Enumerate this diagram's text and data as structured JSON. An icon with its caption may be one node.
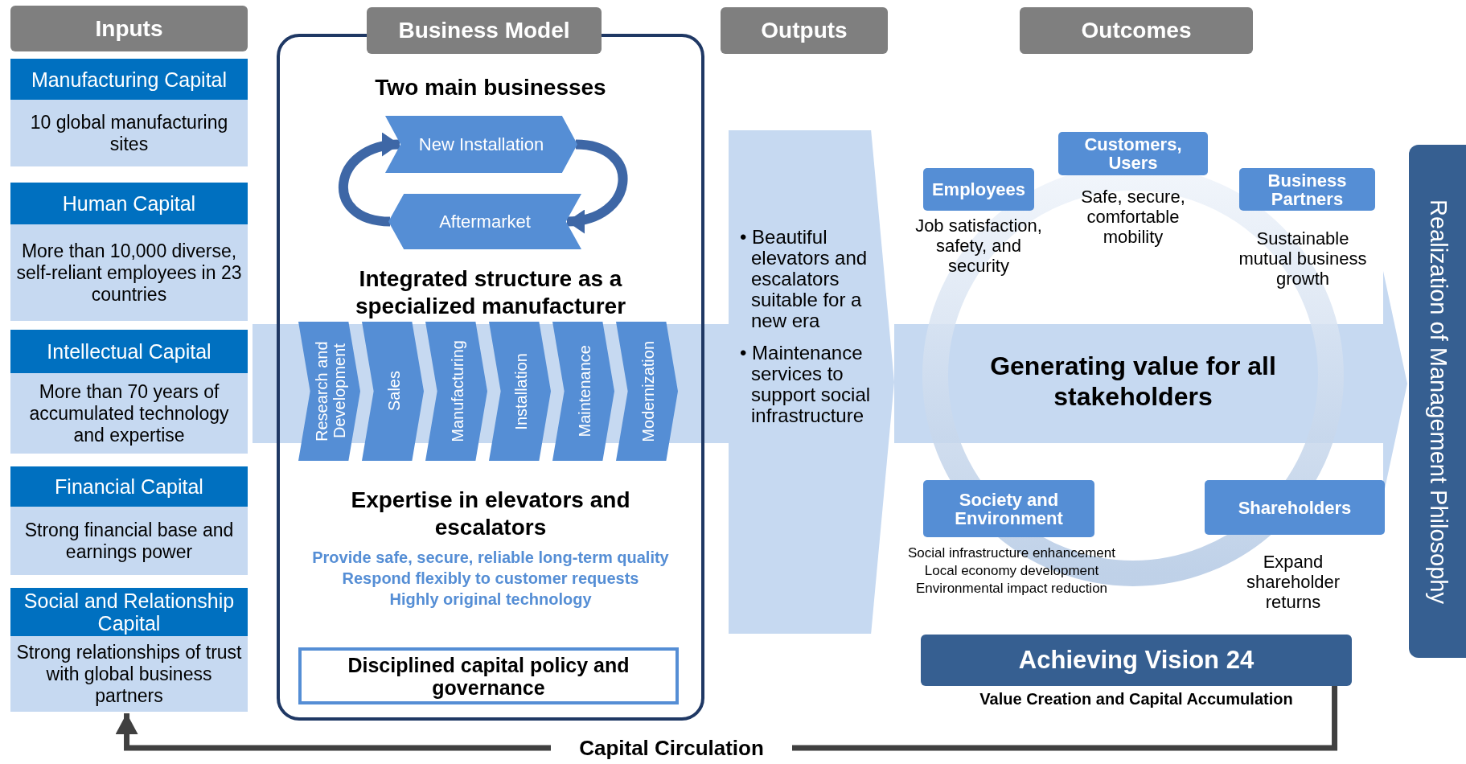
{
  "diagram": {
    "nodes": [
      {
        "text": [
          "Inputs"
        ]
      },
      {
        "text": [
          "Manufacturing Capital",
          "10 global manufacturing sites"
        ]
      },
      {
        "text": [
          "Human Capital",
          "More than 10,000 diverse, self-reliant employees in 23 countries"
        ]
      },
      {
        "text": [
          "Intellectual Capital",
          "More than 70 years of accumulated technology and expertise"
        ]
      },
      {
        "text": [
          "Financial Capital",
          "Strong financial base and earnings power"
        ]
      },
      {
        "text": [
          "Social and Relationship Capital",
          "Strong relationships of trust with global business partners"
        ]
      },
      {
        "text": [
          "Business Model"
        ]
      },
      {
        "text": [],
        "shape": "box"
      },
      {
        "text": [
          "New Installation"
        ],
        "in": 7
      },
      {
        "text": [
          "Aftermarket"
        ],
        "in": 7
      },
      {
        "text": [
          "Research and Development"
        ],
        "in": 7
      },
      {
        "text": [
          "Sales"
        ],
        "in": 7
      },
      {
        "text": [
          "Manufacturing"
        ],
        "in": 7
      },
      {
        "text": [
          "Installation"
        ],
        "in": 7
      },
      {
        "text": [
          "Maintenance"
        ],
        "in": 7
      },
      {
        "text": [
          "Modernization"
        ],
        "in": 7
      },
      {
        "text": [
          "Disciplined capital policy and governance"
        ],
        "in": 7
      },
      {
        "text": [
          "Outputs"
        ]
      },
      {
        "text": [
          "• Beautiful elevators and escalators suitable for a new era",
          "• Maintenance services to support social infrastructure"
        ]
      },
      {
        "text": [
          "Outcomes"
        ]
      },
      {
        "text": [
          "Employees"
        ],
        "beside": [
          "Job satisfaction, safety, and security"
        ]
      },
      {
        "text": [
          "Customers, Users"
        ],
        "beside": [
          "Safe, secure, comfortable mobility"
        ]
      },
      {
        "text": [
          "Business Partners"
        ],
        "beside": [
          "Sustainable mutual business growth"
        ]
      },
      {
        "text": [
          "Society and Environment"
        ],
        "beside": [
          "Social infrastructure enhancement",
          "Local economy development",
          "Environmental impact reduction"
        ]
      },
      {
        "text": [
          "Shareholders"
        ],
        "beside": [
          "Expand shareholder returns"
        ]
      },
      {
        "text": [
          "Achieving Vision 24"
        ],
        "beside": [
          "Value Creation and Capital Accumulation"
        ]
      },
      {
        "text": [
          "Realization of Management Philosophy"
        ]
      }
    ],
    "edges": [
      {
        "from": 9,
        "to": 8,
        "arrow": "to"
      },
      {
        "from": 8,
        "to": 9,
        "arrow": "to"
      },
      {
        "from": 25,
        "to": 5,
        "arrow": "to",
        "label": "Capital Circulation",
        "color": "#404040"
      }
    ],
    "labels": [
      "Two main businesses",
      "Integrated structure as a specialized manufacturer",
      "Expertise in elevators and escalators",
      "Provide safe, secure, reliable long-term quality",
      "Respond flexibly to customer requests",
      "Highly original technology",
      "Generating value for all stakeholders"
    ]
  }
}
